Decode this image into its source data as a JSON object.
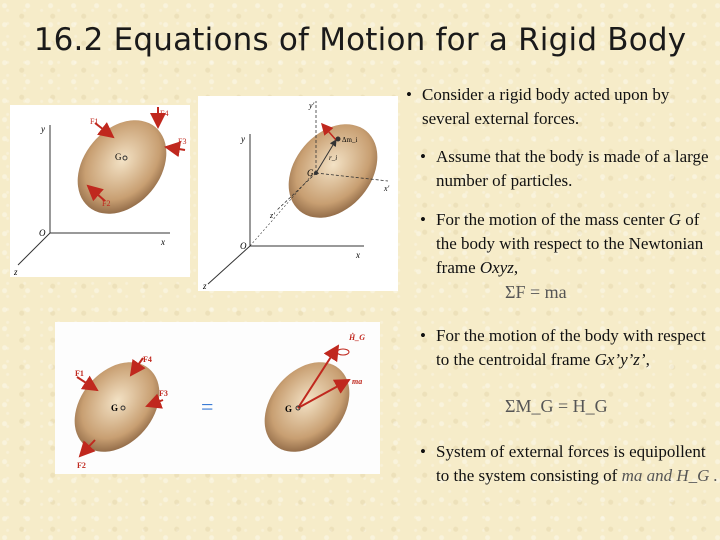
{
  "slide": {
    "title": "16.2  Equations of Motion for a Rigid Body"
  },
  "bullets": [
    {
      "text": "Consider a rigid body acted upon by several external forces."
    },
    {
      "text": "Assume that the body is made of a large number of particles."
    },
    {
      "text_a": "For the motion of the mass center ",
      "text_b": "G",
      "text_c": " of the body with respect to the Newtonian frame ",
      "text_d": "Oxyz",
      "text_e": ","
    },
    {
      "text_a": "For the motion of the body with respect to the centroidal frame ",
      "text_b": "Gx’y’z’",
      "text_c": ","
    },
    {
      "text_a": "System of external forces is equipollent to the system consisting of "
    }
  ],
  "equations": {
    "eq1": "ΣF = ma",
    "eq2": "ΣM_G = H_G",
    "inline": "ma and H_G ."
  },
  "figure1": {
    "labels": {
      "y": "y",
      "x": "x",
      "z": "z",
      "o": "O",
      "g": "G",
      "f1": "F1",
      "f2": "F2",
      "f3": "F3",
      "f4": "F4"
    }
  },
  "figure2": {
    "labels": {
      "y": "y",
      "x": "x",
      "z": "z",
      "o": "O",
      "yp": "y'",
      "xp": "x'",
      "zp": "z'",
      "g": "G",
      "mi": "Δm_i",
      "ri": "r_i"
    }
  },
  "figure3": {
    "labels": {
      "f1": "F1",
      "f2": "F2",
      "f3": "F3",
      "f4": "F4",
      "g1": "G",
      "g2": "G",
      "hg": "Ḣ_G",
      "ma": "ma",
      "eq": "="
    }
  }
}
